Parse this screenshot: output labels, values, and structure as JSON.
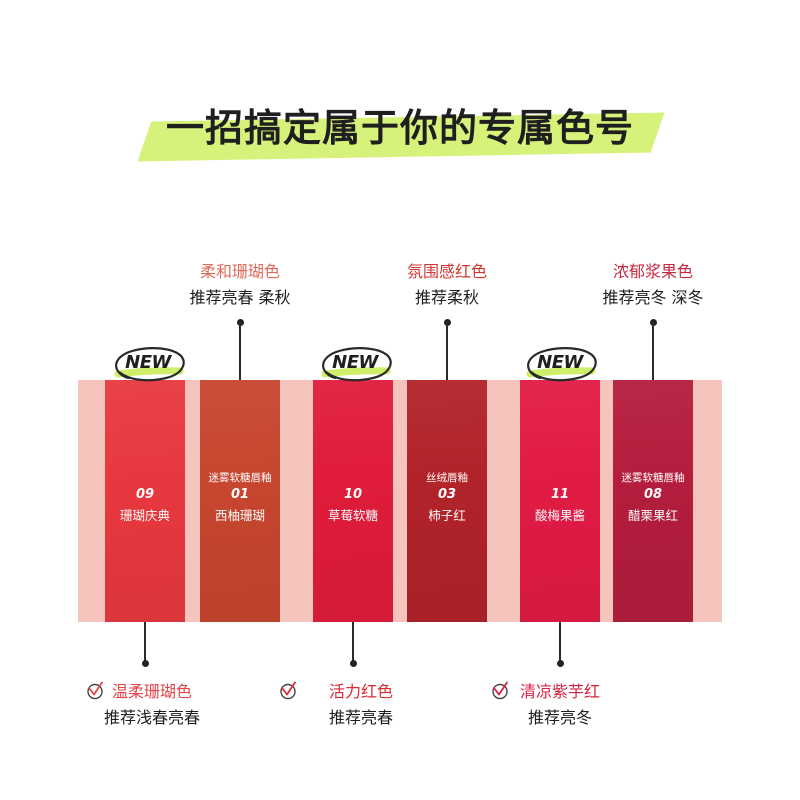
{
  "title": "一招搞定属于你的专属色号",
  "colors": {
    "title_highlight": "#d6f27a",
    "band": "#f4c4bd",
    "badge_highlight": "#cdef6a",
    "text_dark": "#1f1f1f",
    "swatch_text": "#ffffff"
  },
  "new_badges": [
    {
      "label": "NEW"
    },
    {
      "label": "NEW"
    },
    {
      "label": "NEW"
    }
  ],
  "swatches": [
    {
      "number": "09",
      "name": "珊瑚庆典",
      "color": "#e8383f"
    },
    {
      "series": "迷雾软糖唇釉",
      "number": "01",
      "name": "西柚珊瑚",
      "color": "#c7462f"
    },
    {
      "number": "10",
      "name": "草莓软糖",
      "color": "#e01c3b"
    },
    {
      "series": "丝绒唇釉",
      "number": "03",
      "name": "柿子红",
      "color": "#b2232a"
    },
    {
      "number": "11",
      "name": "酸梅果酱",
      "color": "#e21b45"
    },
    {
      "series": "迷雾软糖唇釉",
      "number": "08",
      "name": "醋栗果红",
      "color": "#b51d3d"
    }
  ],
  "top_labels": [
    {
      "tone": "柔和珊瑚色",
      "recommend": "推荐亮春 柔秋",
      "color": "#df6a5a"
    },
    {
      "tone": "氛围感红色",
      "recommend": "推荐柔秋",
      "color": "#d6352f"
    },
    {
      "tone": "浓郁浆果色",
      "recommend": "推荐亮冬 深冬",
      "color": "#c8263f"
    }
  ],
  "bottom_labels": [
    {
      "icon": "check-circle-icon",
      "tone": "温柔珊瑚色",
      "recommend": "推荐浅春亮春",
      "color": "#e1464a"
    },
    {
      "icon": "check-circle-icon",
      "tone": "活力红色",
      "recommend": "推荐亮春",
      "color": "#dd2a33"
    },
    {
      "icon": "check-circle-icon",
      "tone": "清凉紫芋红",
      "recommend": "推荐亮冬",
      "color": "#d8213f"
    }
  ]
}
